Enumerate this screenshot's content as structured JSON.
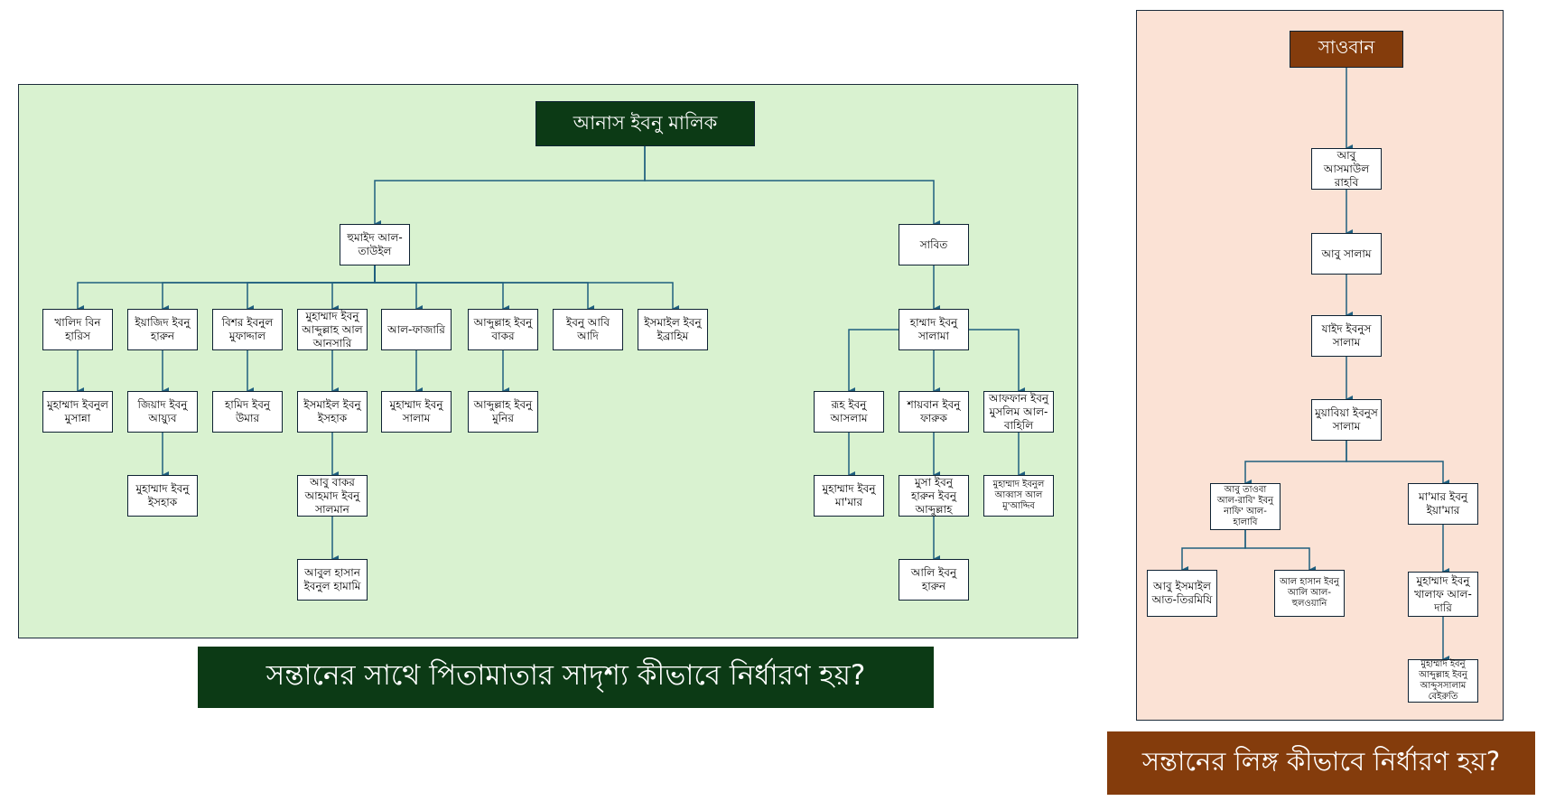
{
  "tree_anas": {
    "root": "আনাস ইবনু মালিক",
    "title": "সন্তানের সাথে পিতামাতার সাদৃশ্য কীভাবে নির্ধারণ হয়?",
    "nodes": {
      "humaid": "হুমাইদ আল-তাউইল",
      "thabit": "সাবিত",
      "c1": "খালিদ বিন হারিস",
      "c2": "ইয়াজিদ ইবনু হারুন",
      "c3": "বিশর ইবনুল মুফাদ্দাল",
      "c4": "মুহাম্মাদ ইবনু আব্দুল্লাহ আল আনসারি",
      "c5": "আল-ফাজারি",
      "c6": "আব্দুল্লাহ ইবনু বাকর",
      "c7": "ইবনু আবি আদি",
      "c8": "ইসমাইল ইবনু ইব্রাহিম",
      "c1a": "মুহাম্মাদ ইবনুল মুসান্না",
      "c2a": "জিয়াদ ইবনু আয়্যুব",
      "c3a": "হামিদ ইবনু উমার",
      "c4a": "ইসমাইল ইবনু ইসহাক",
      "c5a": "মুহাম্মাদ ইবনু সালাম",
      "c6a": "আব্দুল্লাহ ইবনু মুনির",
      "c2b": "মুহাম্মাদ ইবনু ইসহাক",
      "c4b": "আবু বাকর আহমাদ ইবনু সালমান",
      "c4c": "আবুল হাসান ইবনুল হামামি",
      "hammad": "হাম্মাদ ইবনু সালামা",
      "h1": "রূহ ইবনু আসলাম",
      "h2": "শায়বান ইবনু ফারুক",
      "h3": "আফফান ইবনু মুসলিম আল-বাহিলি",
      "h1a": "মুহাম্মাদ ইবনু মা'মার",
      "h2a": "মুসা ইবনু হারুন ইবনু আব্দুল্লাহ",
      "h3a": "মুহাম্মাদ ইবনুল আব্বাস আল মু'আদ্দিব",
      "h2b": "আলি ইবনু হারুন"
    }
  },
  "tree_thawban": {
    "root": "সাওবান",
    "title": "সন্তানের লিঙ্গ কীভাবে নির্ধারণ হয়?",
    "nodes": {
      "t1": "আবু আসমাউল রাহবি",
      "t2": "আবু সালাম",
      "t3": "যাইদ ইবনুস সালাম",
      "t4": "মুয়াবিয়া ইবনুস সালাম",
      "t5": "আবু তাওবা আল-রাবি' ইবনু নাফি' আল-হালাবি",
      "t6": "মা'মার ইবনু ইয়া'মার",
      "t7": "আবু ইসমাইল আত-তিরমিযি",
      "t8": "আল হাসান ইবনু আলি আল-হুলওয়ানি",
      "t9": "মুহাম্মাদ ইবনু খালাফ আল-দারি",
      "t10": "মুহাম্মাদ ইবনু আব্দুল্লাহ ইবনু আব্দুসসালাম বেইরুতি"
    }
  },
  "colors": {
    "green_panel": "#d9f2d0",
    "orange_panel": "#fbe2d5",
    "dark_green": "#0c3a15",
    "brown": "#843c0c",
    "connector": "#1f5f7f"
  }
}
